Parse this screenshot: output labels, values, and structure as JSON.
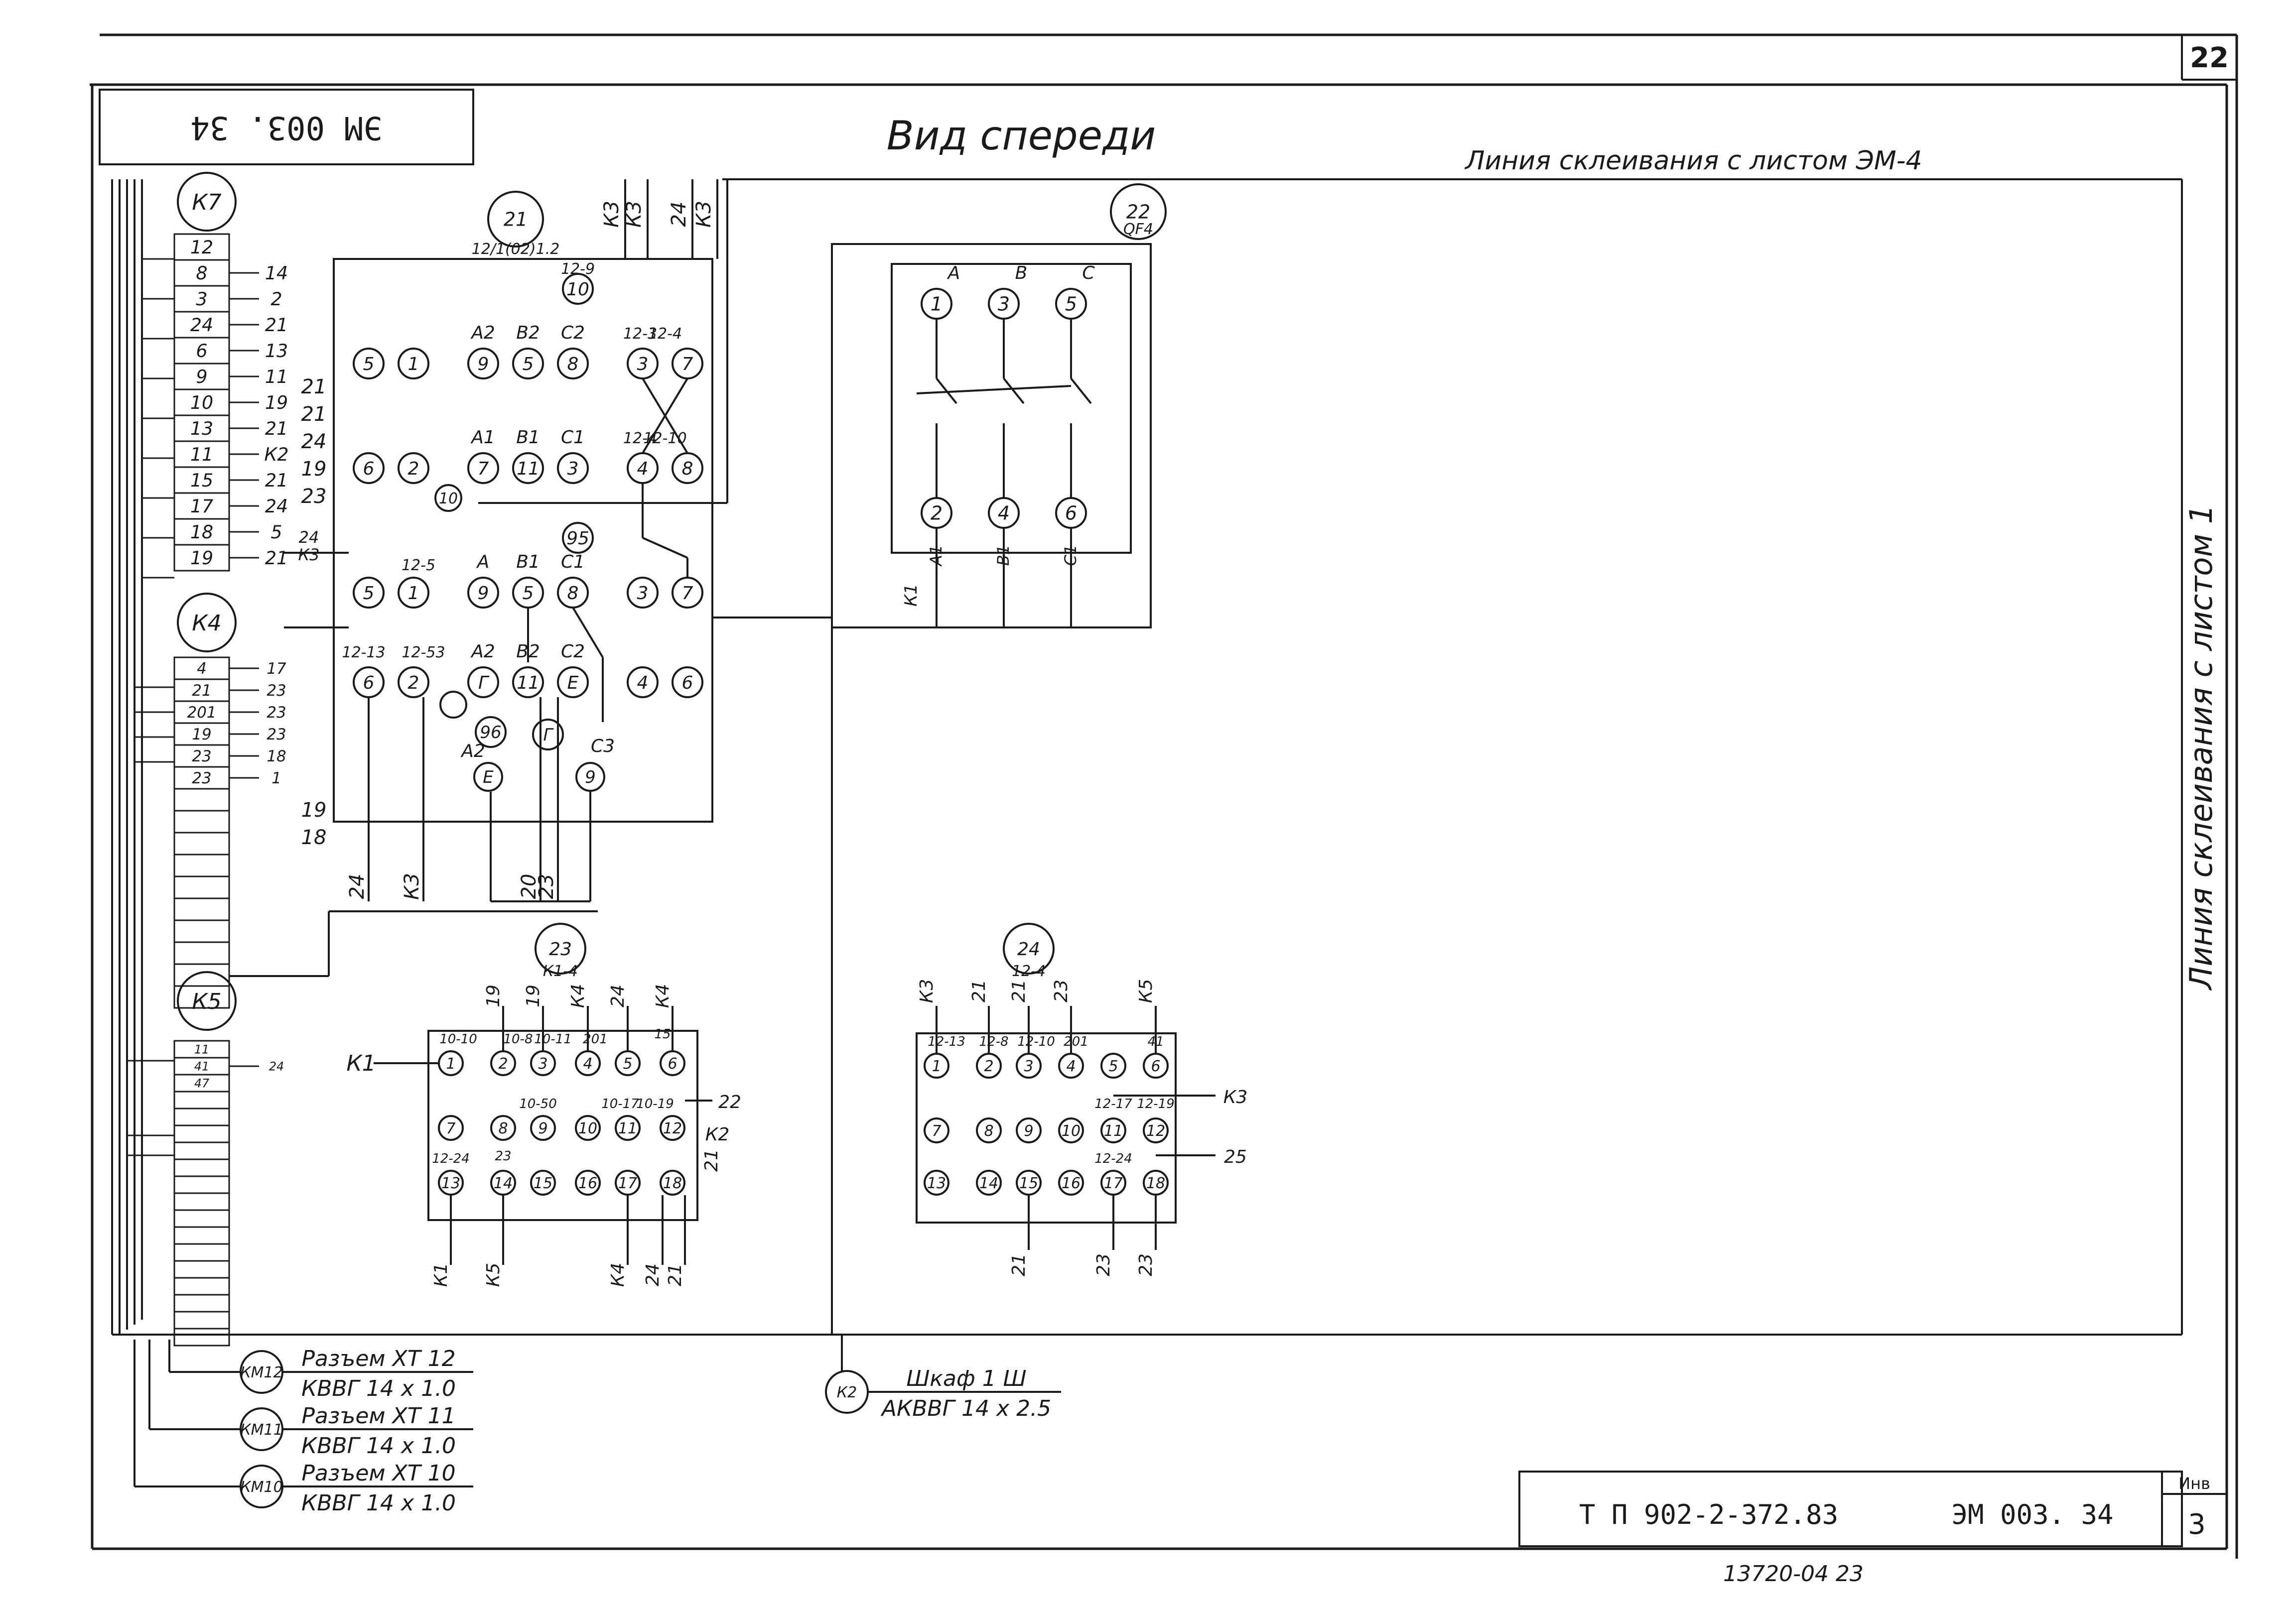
{
  "sheet": {
    "page_number": "22",
    "corner_stamp": "ЭМ 003. 34",
    "view_title": "Вид спереди",
    "glue_line_top": "Линия склеивания с листом ЭМ-4",
    "glue_line_right": "Линия склеивания с листом 1",
    "title_block": {
      "code": "Т П 902-2-372.83",
      "doc": "ЭМ 003. 34",
      "inv_label": "Инв",
      "inv_value": "3"
    },
    "bottom_note": "13720-04 23"
  },
  "terminal_strips": [
    {
      "tag": "К7",
      "rows": [
        {
          "id": "12",
          "wire": ""
        },
        {
          "id": "8",
          "wire": "14"
        },
        {
          "id": "3",
          "wire": "2"
        },
        {
          "id": "24",
          "wire": "21"
        },
        {
          "id": "6",
          "wire": "13"
        },
        {
          "id": "9",
          "wire": "11"
        },
        {
          "id": "10",
          "wire": "19"
        },
        {
          "id": "13",
          "wire": "21"
        },
        {
          "id": "11",
          "wire": "К2"
        },
        {
          "id": "15",
          "wire": "21"
        },
        {
          "id": "17",
          "wire": "24"
        },
        {
          "id": "18",
          "wire": "5"
        },
        {
          "id": "19",
          "wire": "21"
        }
      ],
      "side_labels": [
        "21",
        "21",
        "24",
        "19",
        "23"
      ]
    },
    {
      "tag": "К4",
      "rows": [
        {
          "id": "4",
          "wire": "17"
        },
        {
          "id": "21",
          "wire": "23"
        },
        {
          "id": "201",
          "wire": "23"
        },
        {
          "id": "19",
          "wire": "23"
        },
        {
          "id": "23",
          "wire": "18"
        },
        {
          "id": "23",
          "wire": "1"
        }
      ],
      "side_labels": [
        "19",
        "18"
      ]
    },
    {
      "tag": "К5",
      "rows": [
        {
          "id": "11",
          "wire": ""
        },
        {
          "id": "41",
          "wire": "24"
        },
        {
          "id": "47",
          "wire": ""
        }
      ],
      "side_labels": []
    }
  ],
  "devices": [
    {
      "tag_top": "21",
      "tag_bottom": "12/1(02)1.2",
      "top_wires": [
        "К3",
        "К3",
        "24",
        "К3"
      ],
      "terminals": [
        "5",
        "1",
        "9",
        "5",
        "8",
        "3",
        "7",
        "6",
        "2",
        "7",
        "11",
        "3",
        "4",
        "8",
        "5",
        "1",
        "9",
        "5",
        "8",
        "3",
        "7",
        "6",
        "2",
        "Г",
        "11",
        "Е",
        "4",
        "6",
        "95",
        "96",
        "Г",
        "Е",
        "9",
        "10",
        "10"
      ],
      "phase_labels": [
        "А2",
        "В2",
        "С2",
        "А1",
        "В1",
        "С1",
        "А",
        "В1",
        "С1",
        "А2",
        "В2",
        "С2",
        "А2",
        "С3"
      ],
      "pin_labels": [
        "12-9",
        "12-3",
        "12-4",
        "12-4",
        "12-10",
        "12-5",
        "12-13",
        "12-53",
        "12-13",
        "24",
        "К3"
      ],
      "bottom_wires": [
        "24",
        "К3",
        "20",
        "23"
      ]
    },
    {
      "tag_top": "22",
      "tag_bottom": "QF4",
      "phase_labels": [
        "А",
        "В",
        "С",
        "А1",
        "В1",
        "С1"
      ],
      "terminals": [
        "1",
        "3",
        "5",
        "2",
        "4",
        "6"
      ],
      "side_wire": "К1"
    },
    {
      "tag_top": "23",
      "tag_bottom": "К1-4",
      "top_wires": [
        "19",
        "19",
        "К4",
        "24",
        "К4"
      ],
      "pin_labels": [
        "10-10",
        "10-8",
        "10-11",
        "201",
        "15",
        "10-50",
        "10-17",
        "10-19",
        "12-24",
        "23"
      ],
      "terminals": [
        "1",
        "2",
        "3",
        "4",
        "5",
        "6",
        "7",
        "8",
        "9",
        "10",
        "11",
        "12",
        "13",
        "14",
        "15",
        "16",
        "17",
        "18"
      ],
      "left_wire": "К1",
      "right_wires": [
        "22",
        "К2",
        "21"
      ],
      "bottom_wires": [
        "К1",
        "К5",
        "К4",
        "24",
        "21"
      ]
    },
    {
      "tag_top": "24",
      "tag_bottom": "12-4",
      "top_wires": [
        "К3",
        "21",
        "21",
        "23",
        "К5"
      ],
      "pin_labels": [
        "12-13",
        "12-8",
        "12-10",
        "201",
        "41",
        "12-17",
        "12-19",
        "12-24"
      ],
      "terminals": [
        "1",
        "2",
        "3",
        "4",
        "5",
        "6",
        "7",
        "8",
        "9",
        "10",
        "11",
        "12",
        "13",
        "14",
        "15",
        "16",
        "17",
        "18"
      ],
      "right_wires": [
        "К3",
        "25"
      ],
      "bottom_wires": [
        "21",
        "23",
        "23"
      ]
    }
  ],
  "cables": [
    {
      "tag": "КМ12",
      "top": "Разъем ХТ 12",
      "bottom": "КВВГ 14 х 1.0"
    },
    {
      "tag": "КМ11",
      "top": "Разъем ХТ 11",
      "bottom": "КВВГ 14 х 1.0"
    },
    {
      "tag": "КМ10",
      "top": "Разъем ХТ 10",
      "bottom": "КВВГ 14 х 1.0"
    },
    {
      "tag": "К2",
      "top": "Шкаф 1 Ш",
      "bottom": "АКВВГ 14 х 2.5"
    }
  ],
  "colors": {
    "ink": "#1a1a1a",
    "paper": "#ffffff"
  }
}
